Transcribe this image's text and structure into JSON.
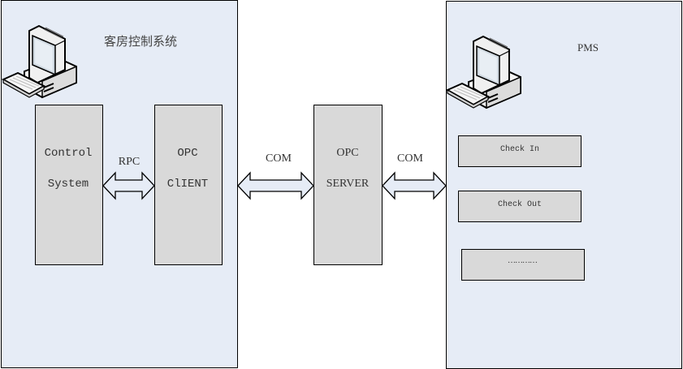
{
  "diagram": {
    "left_panel": {
      "title": "客房控制系统",
      "icon": "computer-icon",
      "control_system": {
        "line1": "Control",
        "line2": "System"
      },
      "opc_client": {
        "line1": "OPC",
        "line2": "ClIENT"
      }
    },
    "connectors": {
      "rpc": "RPC",
      "com_left": "COM",
      "com_right": "COM"
    },
    "opc_server": {
      "line1": "OPC",
      "line2": "SERVER"
    },
    "right_panel": {
      "title": "PMS",
      "icon": "computer-icon",
      "items": [
        "Check In",
        "Check Out",
        "…………"
      ]
    },
    "colors": {
      "panel_fill": "#e6ecf6",
      "box_fill": "#d9d9d9",
      "arrow_fill": "#e6ecf6",
      "stroke": "#000000"
    }
  }
}
